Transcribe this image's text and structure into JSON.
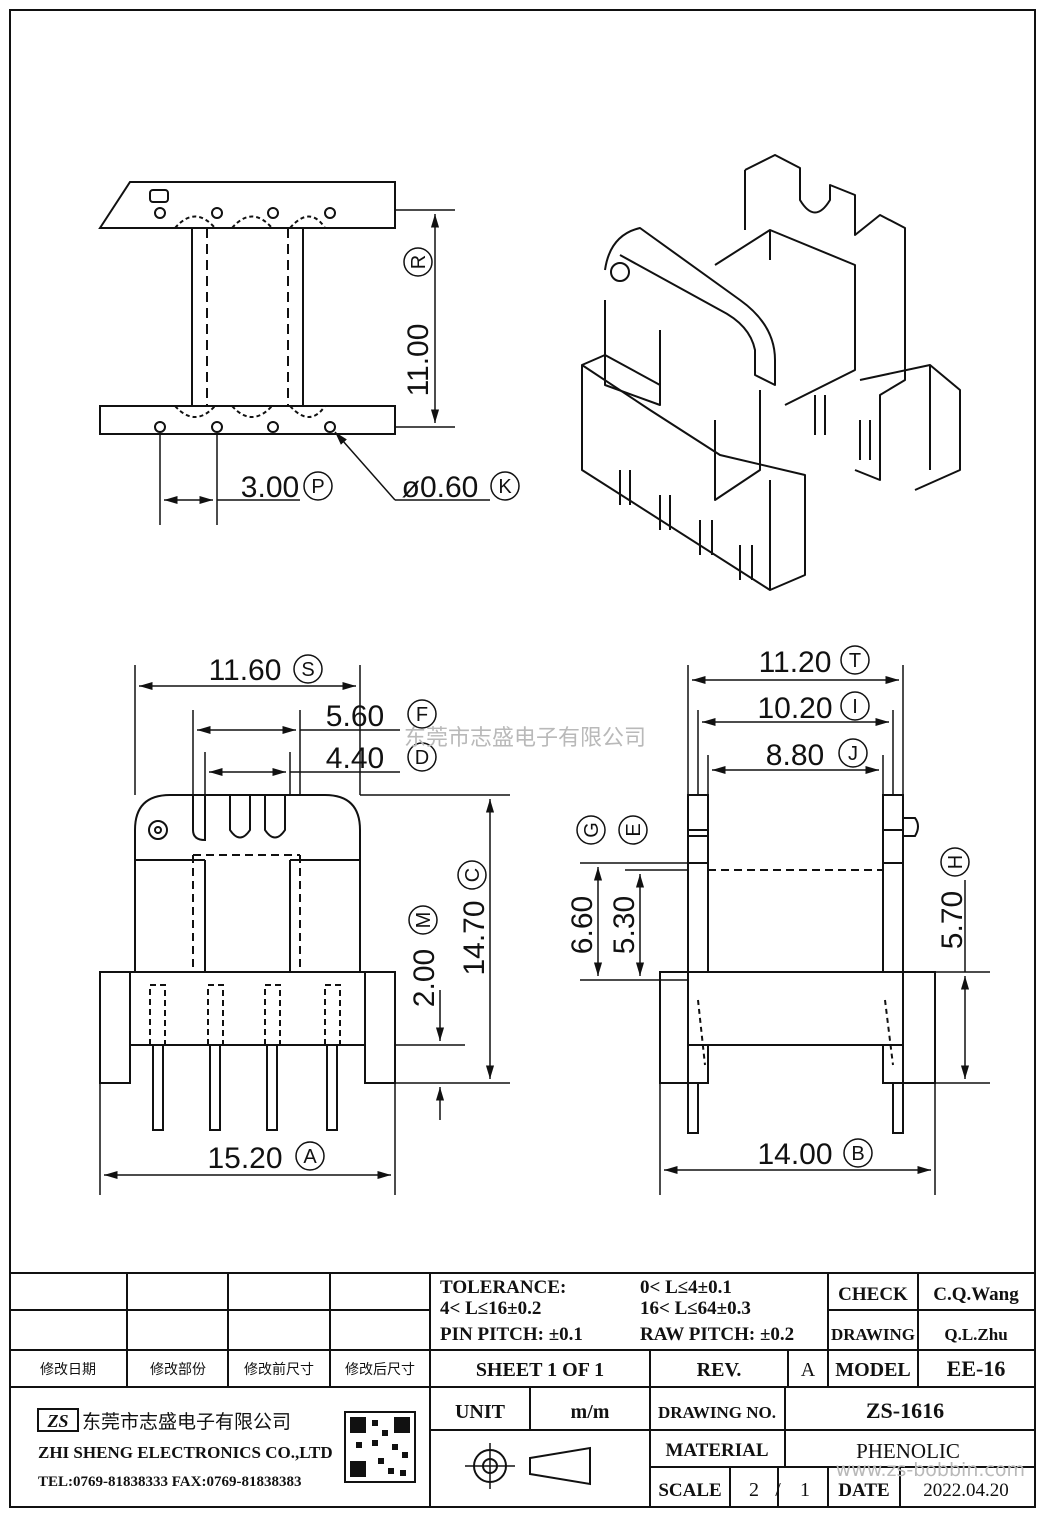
{
  "dimensions": {
    "R": {
      "value": "11.00",
      "ref": "R"
    },
    "P": {
      "value": "3.00",
      "ref": "P"
    },
    "K": {
      "value": "ø0.60",
      "ref": "K"
    },
    "S": {
      "value": "11.60",
      "ref": "S"
    },
    "F": {
      "value": "5.60",
      "ref": "F"
    },
    "D": {
      "value": "4.40",
      "ref": "D"
    },
    "C": {
      "value": "14.70",
      "ref": "C"
    },
    "M": {
      "value": "2.00",
      "ref": "M"
    },
    "A": {
      "value": "15.20",
      "ref": "A"
    },
    "T": {
      "value": "11.20",
      "ref": "T"
    },
    "I": {
      "value": "10.20",
      "ref": "I"
    },
    "J": {
      "value": "8.80",
      "ref": "J"
    },
    "G": {
      "value": "6.60",
      "ref": "G"
    },
    "E": {
      "value": "5.30",
      "ref": "E"
    },
    "H": {
      "value": "5.70",
      "ref": "H"
    },
    "B": {
      "value": "14.00",
      "ref": "B"
    }
  },
  "watermark": {
    "company_cn": "东莞市志盛电子有限公司",
    "url": "www.zs-bobbin.com"
  },
  "title_block": {
    "tolerance_label": "TOLERANCE:",
    "tol_1": "0< L≤4±0.1",
    "tol_2": "4< L≤16±0.2",
    "tol_3": "16< L≤64±0.3",
    "pin_pitch": "PIN PITCH: ±0.1",
    "raw_pitch": "RAW PITCH: ±0.2",
    "check_label": "CHECK",
    "check_value": "C.Q.Wang",
    "drawing_label": "DRAWING",
    "drawing_value": "Q.L.Zhu",
    "rev_cols": [
      "修改日期",
      "修改部份",
      "修改前尺寸",
      "修改后尺寸"
    ],
    "sheet": "SHEET 1 OF 1",
    "rev_label": "REV.",
    "rev_value": "A",
    "model_label": "MODEL",
    "model_value": "EE-16",
    "company_cn": "东莞市志盛电子有限公司",
    "company_en": "ZHI SHENG ELECTRONICS CO.,LTD",
    "company_tel": "TEL:0769-81838333 FAX:0769-81838383",
    "unit_label": "UNIT",
    "unit_value": "m/m",
    "drawing_no_label": "DRAWING NO.",
    "drawing_no_value": "ZS-1616",
    "material_label": "MATERIAL",
    "material_value": "PHENOLIC",
    "scale_label": "SCALE",
    "scale_num": "2",
    "scale_sep": "/",
    "scale_den": "1",
    "date_label": "DATE",
    "date_value": "2022.04.20"
  }
}
